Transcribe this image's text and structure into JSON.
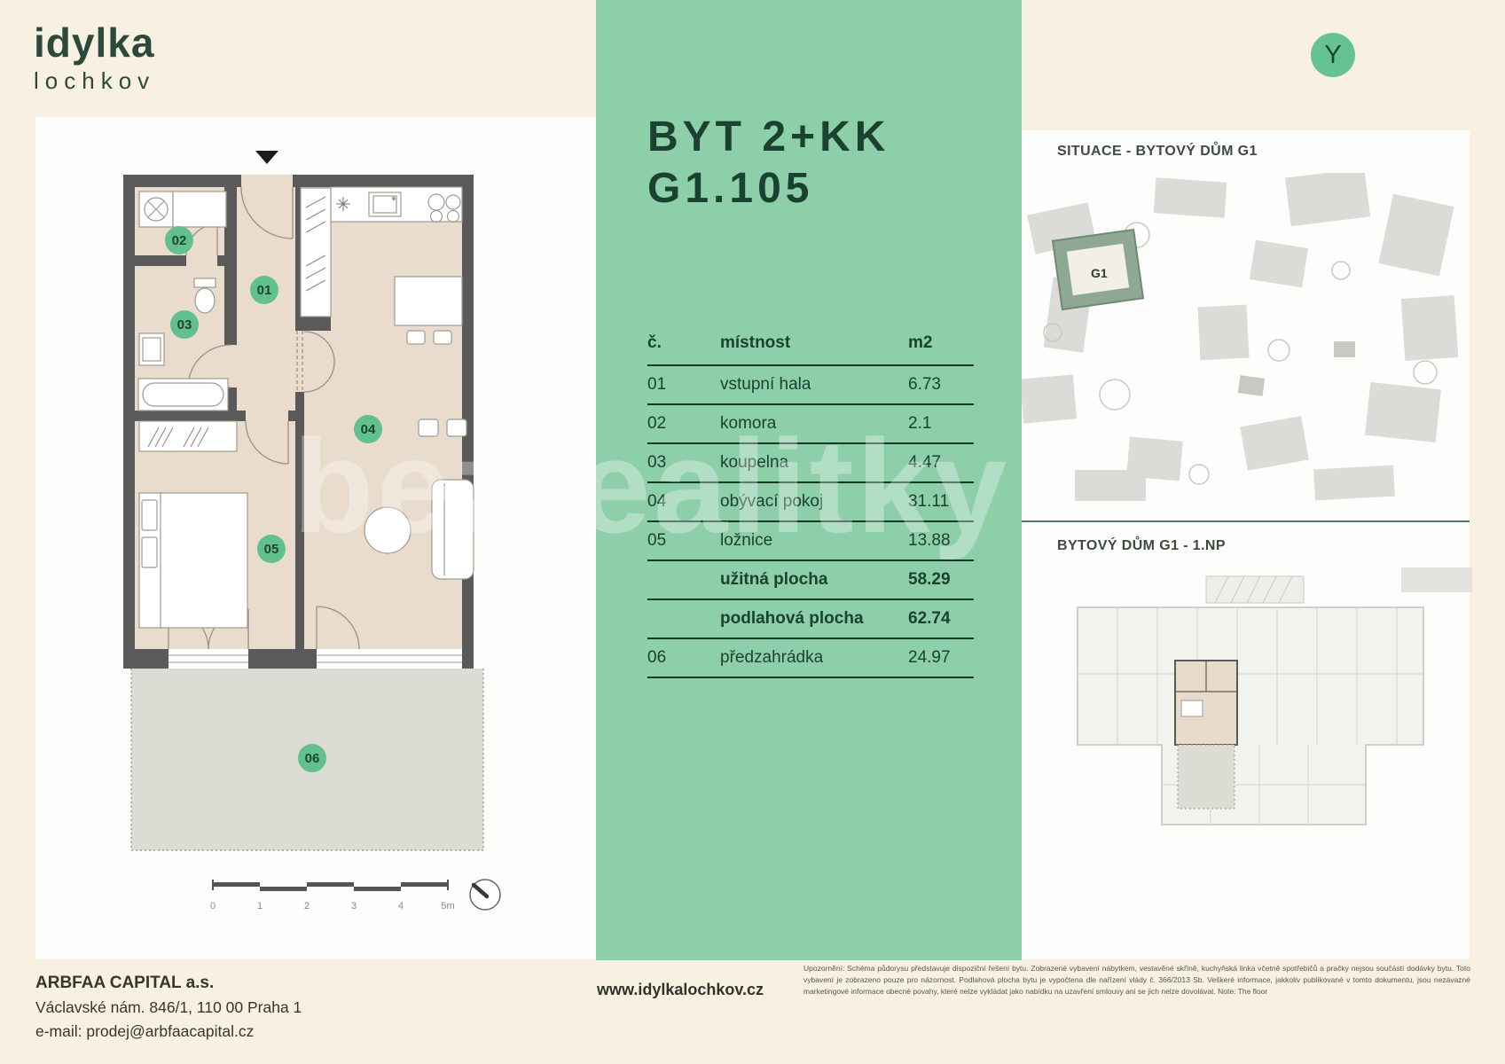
{
  "brand": {
    "name_line1": "idylka",
    "name_line2": "lochkov",
    "badge_letter": "Y"
  },
  "unit": {
    "title_line1": "BYT 2+KK",
    "title_line2": "G1.105"
  },
  "area_table": {
    "col_number": "č.",
    "col_room": "místnost",
    "col_area": "m2",
    "rows": [
      {
        "num": "01",
        "room": "vstupní hala",
        "area": "6.73"
      },
      {
        "num": "02",
        "room": "komora",
        "area": "2.1"
      },
      {
        "num": "03",
        "room": "koupelna",
        "area": "4.47"
      },
      {
        "num": "04",
        "room": "obývací pokoj",
        "area": "31.11"
      },
      {
        "num": "05",
        "room": "ložnice",
        "area": "13.88"
      },
      {
        "num": "",
        "room": "užitná plocha",
        "area": "58.29"
      },
      {
        "num": "",
        "room": "podlahová plocha",
        "area": "62.74"
      },
      {
        "num": "06",
        "room": "předzahrádka",
        "area": "24.97"
      }
    ]
  },
  "floorplan": {
    "labels": {
      "r01": "01",
      "r02": "02",
      "r03": "03",
      "r04": "04",
      "r05": "05",
      "r06": "06"
    },
    "scale_ticks": [
      "0",
      "1",
      "2",
      "3",
      "4",
      "5m"
    ]
  },
  "situace": {
    "title": "SITUACE - BYTOVÝ DŮM G1",
    "building_label": "G1"
  },
  "np_plan": {
    "title": "BYTOVÝ DŮM  G1 - 1.NP"
  },
  "watermark": "bezrealitky",
  "footer": {
    "company": "ARBFAA CAPITAL a.s.",
    "address": "Václavské nám. 846/1, 110 00 Praha 1",
    "email": "e-mail: prodej@arbfaacapital.cz",
    "website": "www.idylkalochkov.cz",
    "disclaimer": "Upozornění: Schéma půdorysu představuje dispoziční řešení bytu. Zobrazené vybavení nábytkem, vestavěné skříně, kuchyňská linka včetně spotřebičů a pračky nejsou součástí dodávky bytu. Toto vybavení je zobrazeno pouze pro názornost. Podlahová plocha bytu je vypočtena dle nařízení vlády č. 366/2013 Sb. Veškeré informace, jakkoliv publikované v tomto dokumentu, jsou nezávazné marketingové informace obecné povahy, které nelze vykládat jako nabídku na uzavření smlouvy ani se jich nelze dovolávat. Note: The floor"
  },
  "colors": {
    "cream": "#f8f1e2",
    "accent_green": "#8ccfa9",
    "dark_green": "#1b4231",
    "badge_green": "#62c08e",
    "wall_gray": "#5a5a5a",
    "floor_beige": "#e9dccd",
    "terrace_gray": "#dcdcd4"
  }
}
